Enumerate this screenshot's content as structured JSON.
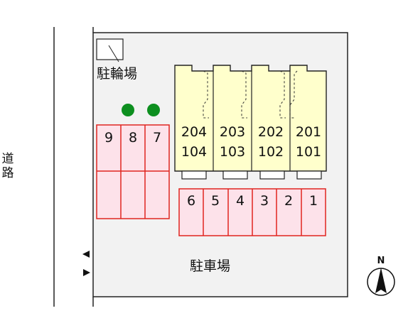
{
  "road": {
    "label": [
      "道",
      "路"
    ]
  },
  "bike_parking": {
    "label": "駐輪場"
  },
  "car_parking": {
    "label": "駐車場"
  },
  "compass": {
    "north_label": "N"
  },
  "units": {
    "upper": [
      "204",
      "203",
      "202",
      "201"
    ],
    "lower": [
      "104",
      "103",
      "102",
      "101"
    ]
  },
  "parking_left": [
    "9",
    "8",
    "7"
  ],
  "parking_right": [
    "6",
    "5",
    "4",
    "3",
    "2",
    "1"
  ],
  "colors": {
    "site_fill": "#f2f2f2",
    "building_fill": "#ffffcc",
    "parking_fill": "#fde2ea",
    "parking_stroke": "#e0241f",
    "tree_fill": "#0d8f1f"
  }
}
